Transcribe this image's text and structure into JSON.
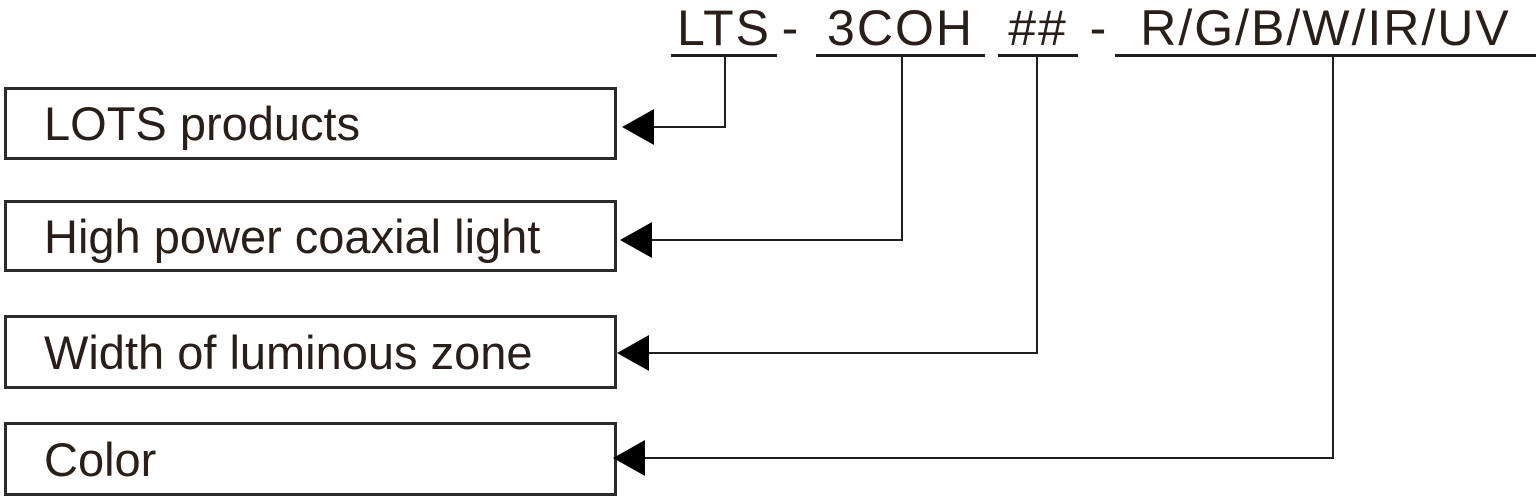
{
  "diagram": {
    "code": {
      "segments": [
        {
          "key": "series",
          "text": "LTS",
          "underlined": true
        },
        {
          "key": "separator1",
          "text": "-",
          "underlined": false
        },
        {
          "key": "type",
          "text": "3COH",
          "underlined": true
        },
        {
          "key": "width",
          "text": "##",
          "underlined": true
        },
        {
          "key": "separator2",
          "text": "-",
          "underlined": false
        },
        {
          "key": "color",
          "text": "R/G/B/W/IR/UV",
          "underlined": true
        }
      ]
    },
    "labels": [
      {
        "key": "series",
        "text": "LOTS products"
      },
      {
        "key": "type",
        "text": "High power coaxial light"
      },
      {
        "key": "width",
        "text": "Width of luminous zone"
      },
      {
        "key": "color",
        "text": "Color"
      }
    ]
  },
  "colors": {
    "background": "#ffffff",
    "text": "#2a1e19",
    "line": "#1f1f1f",
    "box_border": "#2b2b2b",
    "arrow": "#000000"
  }
}
